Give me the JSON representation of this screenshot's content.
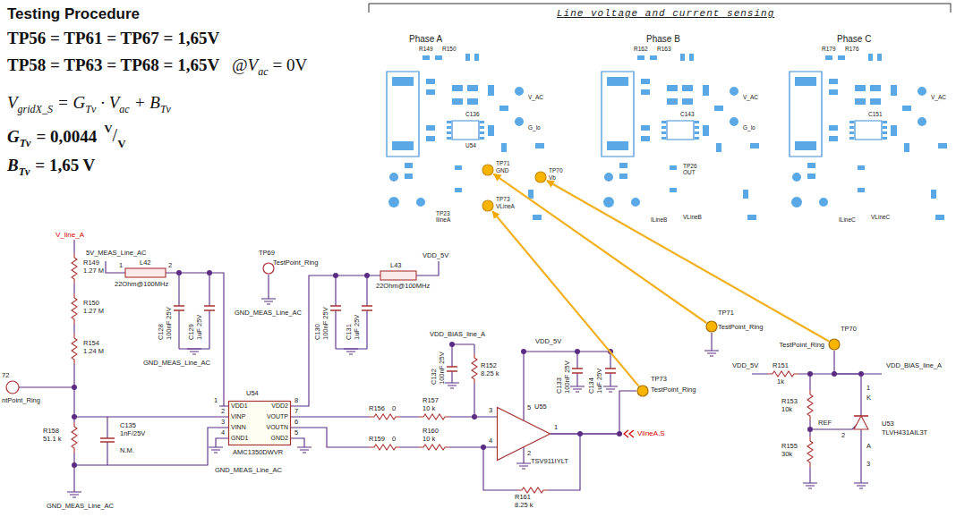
{
  "diagram": {
    "title": "Testing Procedure",
    "nodes": [
      {
        "text": [
          "TP71",
          "GND"
        ]
      },
      {
        "text": [
          "TP70",
          "Vb"
        ]
      },
      {
        "text": [
          "TP73",
          "VLineA"
        ]
      },
      {
        "text": [
          "TP69",
          "TestPoint_Ring"
        ]
      },
      {
        "text": [
          "U54",
          "VDD1",
          "VINP",
          "VINN",
          "GND1",
          "VDD2",
          "VOUTP",
          "VOUTN",
          "GND2",
          "AMC1350DWVR"
        ]
      },
      {
        "text": [
          "U55",
          "TSV911IYLT"
        ]
      },
      {
        "text": [
          "TP73",
          "TestPoint_Ring"
        ]
      },
      {
        "text": [
          "TP71",
          "TestPoint_Ring"
        ]
      },
      {
        "text": [
          "TP70",
          "TestPoint_Ring"
        ]
      },
      {
        "text": [
          "U53",
          "TLVH431AIL3T"
        ]
      }
    ],
    "edges": [
      {
        "from": 7,
        "to": 0,
        "arrow": "to"
      },
      {
        "from": 8,
        "to": 1,
        "arrow": "to"
      },
      {
        "from": 6,
        "to": 2,
        "arrow": "to"
      },
      {
        "from": 5,
        "to": 6,
        "arrow": "none"
      },
      {
        "from": 9,
        "to": 8,
        "arrow": "none"
      }
    ],
    "labels": [
      "TP56 = TP61 = TP67 = 1,65V",
      "TP58 = TP63 = TP68 = 1,65V",
      "@V",
      "ac",
      "= 0V",
      "V",
      "gridX_S",
      "= G",
      "Tv",
      "· V",
      "ac",
      "+ B",
      "Tv",
      "G",
      "Tv",
      "= 0,0044",
      "V",
      "/",
      "V",
      "B",
      "Tv",
      "= 1,65 V",
      "Line voltage and current sensing",
      "Phase A",
      "Phase B",
      "Phase C",
      "R149",
      "R150",
      "C136",
      "V_AC",
      "G_io",
      "U54",
      "TP23",
      "IlineA",
      "R162",
      "R163",
      "C143",
      "V_AC",
      "G_io",
      "TP26",
      "OUT",
      "ILineB",
      "VLineB",
      "R179",
      "R176",
      "C151",
      "V_AC",
      "ILineC",
      "VLineC",
      "V_line_A",
      "R149",
      "1.27 M",
      "R150",
      "1.27 M",
      "R154",
      "1.24 M",
      "72",
      "ntPoint_Ring",
      "R158",
      "51.1 k",
      "C135",
      "1nF/25V",
      "N.M.",
      "GND_MEAS_Line_AC",
      "5V_MEAS_Line_AC",
      "L42",
      "1",
      "2",
      "22Ohm@100MHz",
      "C128",
      "100nF 25V",
      "C129",
      "1uF 25V",
      "GND_MEAS_Line_AC",
      "GND_MEAS_Line_AC",
      "VDD_5V",
      "L43",
      "22Ohm@100MHz",
      "C130",
      "100nF 25V",
      "C131",
      "1uF 25V",
      "1",
      "2",
      "3",
      "4",
      "8",
      "7",
      "6",
      "5",
      "GND_MEAS_Line_AC",
      "R156",
      "0",
      "R157",
      "10 k",
      "R159",
      "0",
      "R160",
      "10 k",
      "VDD_BIAS_line_A",
      "C132",
      "100nF 25V",
      "R152",
      "8.25 k",
      "VDD_5V",
      "C133",
      "100nF 25V",
      "C134",
      "1uF 25V",
      "5",
      "3",
      "4",
      "2",
      "1",
      "R161",
      "8.25 k",
      "VlineA.S",
      "REF",
      "2",
      "K",
      "1",
      "A",
      "3",
      "VDD_5V",
      "R151",
      "1k",
      "R153",
      "10k",
      "R155",
      "30k",
      "VDD_BIAS_line_A"
    ]
  }
}
